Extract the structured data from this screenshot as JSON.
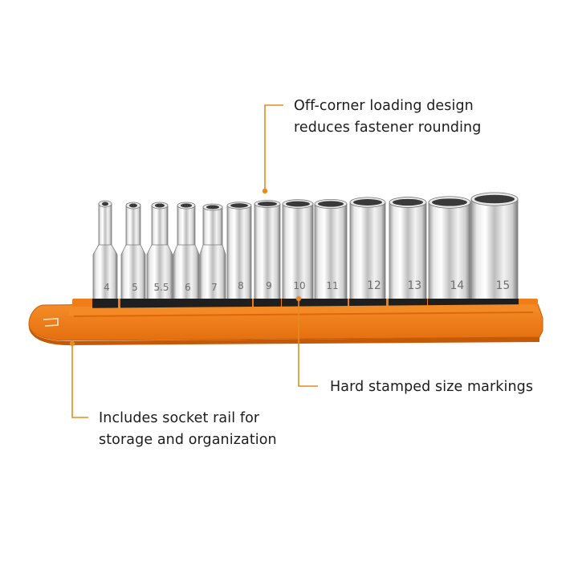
{
  "callouts": {
    "loading": [
      "Off-corner loading design",
      "reduces fastener rounding"
    ],
    "markings": [
      "Hard stamped size markings"
    ],
    "rail": [
      "Includes socket rail for",
      "storage and organization"
    ]
  },
  "sockets": [
    {
      "size": "4"
    },
    {
      "size": "5"
    },
    {
      "size": "5.5"
    },
    {
      "size": "6"
    },
    {
      "size": "7"
    },
    {
      "size": "8"
    },
    {
      "size": "9"
    },
    {
      "size": "10"
    },
    {
      "size": "11"
    },
    {
      "size": "12"
    },
    {
      "size": "13"
    },
    {
      "size": "14"
    },
    {
      "size": "15"
    }
  ],
  "colors": {
    "rail": "#f07d1a",
    "rail_dark": "#c95f0a",
    "leader": "#e88a1c",
    "chrome_light": "#f4f4f4",
    "chrome_dark": "#8c8c8c",
    "text": "#1c1c1c"
  }
}
